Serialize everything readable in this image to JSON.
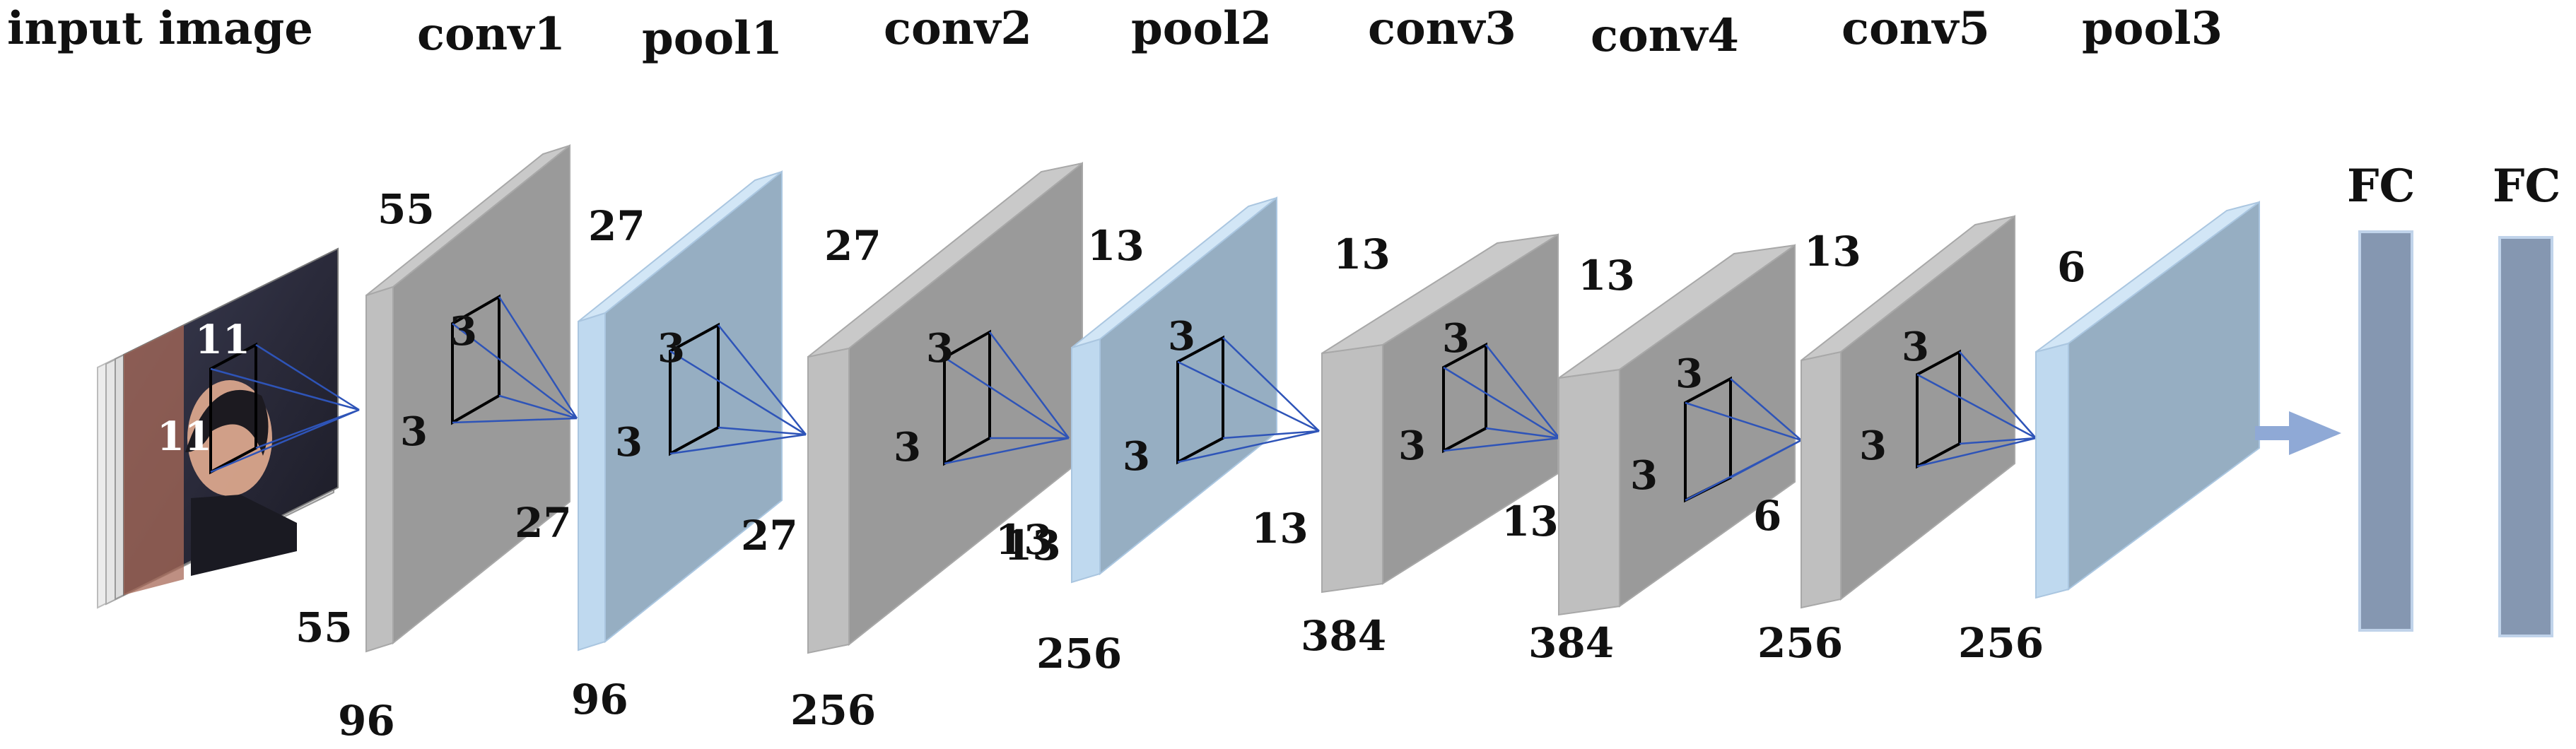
{
  "layers": [
    {
      "name": "input image",
      "kind": "input",
      "kernel": "11",
      "kernel2": "11"
    },
    {
      "name": "conv1",
      "kind": "conv",
      "top": "55",
      "left": "55",
      "bottom": "96",
      "kernel": "3",
      "kernel2": "3",
      "right": "27"
    },
    {
      "name": "pool1",
      "kind": "pool",
      "top": "27",
      "bottom": "96",
      "kernel": "3",
      "kernel2": "3",
      "right": "27"
    },
    {
      "name": "conv2",
      "kind": "conv",
      "top": "27",
      "bottom": "256",
      "kernel": "3",
      "kernel2": "3",
      "right": "13"
    },
    {
      "name": "pool2",
      "kind": "pool",
      "top": "13",
      "bottom": "256",
      "kernel": "3",
      "kernel2": "3",
      "right": "13"
    },
    {
      "name": "conv3",
      "kind": "conv",
      "top": "13",
      "bottom": "384",
      "kernel": "3",
      "kernel2": "3",
      "right": "13"
    },
    {
      "name": "conv4",
      "kind": "conv",
      "top": "13",
      "bottom": "384",
      "kernel": "3",
      "kernel2": "3",
      "right": "13"
    },
    {
      "name": "conv5",
      "kind": "conv",
      "top": "13",
      "bottom": "256",
      "kernel": "3",
      "kernel2": "3",
      "right": "6"
    },
    {
      "name": "pool3",
      "kind": "pool",
      "top": "6",
      "bottom": "256"
    }
  ],
  "fc_layers": [
    {
      "label": "FC"
    },
    {
      "label": "FC"
    }
  ],
  "colors": {
    "conv_front": "#9a9a9a",
    "conv_side": "#bfbfbf",
    "conv_top": "#c9c9c9",
    "pool_front": "#96aec2",
    "pool_side": "#bfd9ef",
    "pool_top": "#d2e6f6",
    "fc_fill": "#8597b1",
    "fc_stroke": "#c0d3ea",
    "arrow": "#8fa9d6",
    "kernel_line": "#2e54b8"
  }
}
